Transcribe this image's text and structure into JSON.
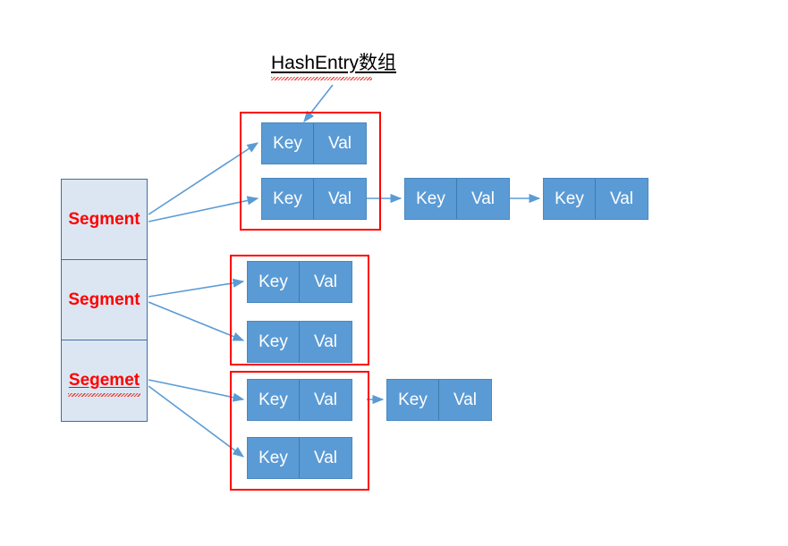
{
  "diagram": {
    "title": "HashEntry数组",
    "title_misspelled": true,
    "colors": {
      "entry_fill": "#5b9bd5",
      "entry_text": "#ffffff",
      "segment_fill": "#dce6f2",
      "segment_border": "#3d6ea5",
      "segment_text": "#ff0000",
      "group_frame": "#ff0000",
      "arrow": "#5b9bd5",
      "background": "#ffffff"
    },
    "segments": [
      {
        "label": "Segment",
        "misspelled": false
      },
      {
        "label": "Segment",
        "misspelled": false
      },
      {
        "label": "Segemet",
        "misspelled": true
      }
    ],
    "groups": [
      {
        "name": "hashentry-array-1",
        "entries": [
          {
            "key": "Key",
            "val": "Val"
          },
          {
            "key": "Key",
            "val": "Val"
          }
        ],
        "chain": [
          {
            "key": "Key",
            "val": "Val"
          },
          {
            "key": "Key",
            "val": "Val"
          }
        ]
      },
      {
        "name": "hashentry-array-2",
        "entries": [
          {
            "key": "Key",
            "val": "Val"
          },
          {
            "key": "Key",
            "val": "Val"
          }
        ],
        "chain": []
      },
      {
        "name": "hashentry-array-3",
        "entries": [
          {
            "key": "Key",
            "val": "Val"
          },
          {
            "key": "Key",
            "val": "Val"
          }
        ],
        "chain": [
          {
            "key": "Key",
            "val": "Val"
          }
        ]
      }
    ],
    "connections": [
      {
        "from": "segment-0",
        "to": "entry-g0-0"
      },
      {
        "from": "segment-0",
        "to": "entry-g0-1"
      },
      {
        "from": "entry-g0-1",
        "to": "entry-g0-chain-0"
      },
      {
        "from": "entry-g0-chain-0",
        "to": "entry-g0-chain-1"
      },
      {
        "from": "segment-1",
        "to": "entry-g1-0"
      },
      {
        "from": "segment-1",
        "to": "entry-g1-1"
      },
      {
        "from": "segment-2",
        "to": "entry-g2-0"
      },
      {
        "from": "segment-2",
        "to": "entry-g2-1"
      },
      {
        "from": "entry-g2-0",
        "to": "entry-g2-chain-0"
      },
      {
        "from": "title",
        "to": "entry-g0-0"
      }
    ]
  }
}
